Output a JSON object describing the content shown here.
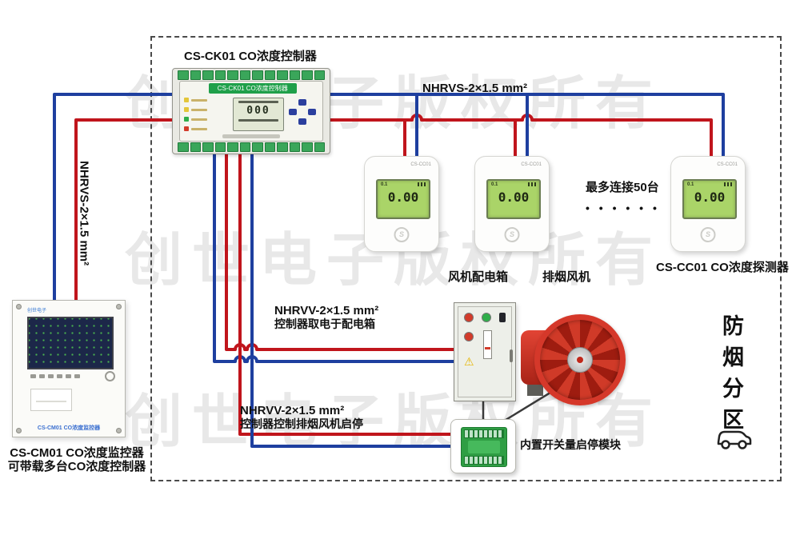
{
  "watermark": {
    "text": "创世电子版权所有"
  },
  "colors": {
    "wire_red": "#c0151c",
    "wire_blue": "#1e3f9f",
    "wire_black": "#3a3a3a",
    "accent_green": "#1fa04a"
  },
  "labels": {
    "controller_title": "CS-CK01 CO浓度控制器",
    "nhrvs_top": "NHRVS-2×1.5 mm²",
    "nhrvs_left": "NHRVS-2×1.5 mm²",
    "max_connect": "最多连接50台",
    "dots": "• • • • • •",
    "detector_caption": "CS-CC01 CO浓度探测器",
    "fan_box": "风机配电箱",
    "exhaust_fan": "排烟风机",
    "nhrvv_power_1": "NHRVV-2×1.5 mm²",
    "nhrvv_power_2": "控制器取电于配电箱",
    "nhrvv_ctrl_1": "NHRVV-2×1.5 mm²",
    "nhrvv_ctrl_2": "控制器控制排烟风机启停",
    "module_caption": "内置开关量启停模块",
    "monitor_caption_1": "CS-CM01 CO浓度监控器",
    "monitor_caption_2": "可带载多台CO浓度控制器",
    "zone": "防烟分区"
  },
  "controller": {
    "header": "CS-CK01 CO浓度控制器",
    "lcd_value": "000"
  },
  "detector": {
    "model": "CS-CC01",
    "reading": "0.00",
    "reading_small": "0.1"
  },
  "monitor": {
    "brand": "创世电子",
    "panel_label": "CS-CM01 CO浓度监控器"
  },
  "icons": {
    "warning": "⚠",
    "logo_s": "S"
  }
}
